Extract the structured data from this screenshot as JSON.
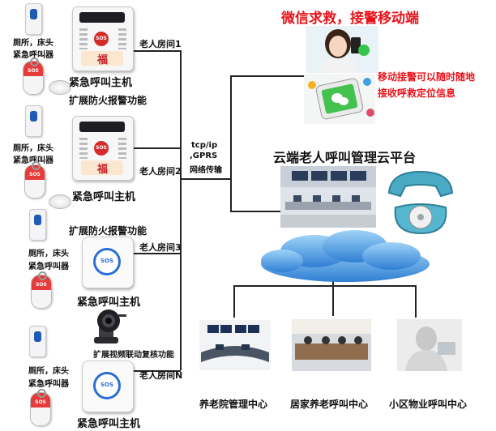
{
  "header": {
    "title": "微信求救，接警移动端",
    "mobile_note_line1": "移动接警可以随时随地",
    "mobile_note_line2": "接收呼救定位信息"
  },
  "platform": {
    "title": "云端老人呼叫管理云平台"
  },
  "network": {
    "line1": "tcp/ip",
    "line2": ",GPRS",
    "line3": "网络传输"
  },
  "rooms": [
    {
      "remote_label_1": "厕所，床头",
      "remote_label_2": "紧急呼叫器",
      "host_label": "紧急呼叫主机",
      "room_label": "老人房间1",
      "extra_label": "扩展防火报警功能"
    },
    {
      "remote_label_1": "厕所，床头",
      "remote_label_2": "紧急呼叫器",
      "host_label": "紧急呼叫主机",
      "room_label": "老人房间2",
      "extra_label": "扩展防火报警功能"
    },
    {
      "remote_label_1": "厕所，床头",
      "remote_label_2": "紧急呼叫器",
      "host_label": "紧急呼叫主机",
      "room_label": "老人房间3"
    },
    {
      "remote_label_1": "厕所，床头",
      "remote_label_2": "紧急呼叫器",
      "host_label": "紧急呼叫主机",
      "room_label": "老人房间N",
      "extra_label": "扩展视频联动复核功能"
    }
  ],
  "centers": [
    {
      "label": "养老院管理中心"
    },
    {
      "label": "居家养老呼叫中心"
    },
    {
      "label": "小区物业呼叫中心"
    }
  ],
  "device_text": {
    "sos": "SOS"
  },
  "colors": {
    "accent_red": "#e8141b",
    "cloud_blue": "#3b8de0",
    "ring_blue": "#2b6fd6"
  }
}
